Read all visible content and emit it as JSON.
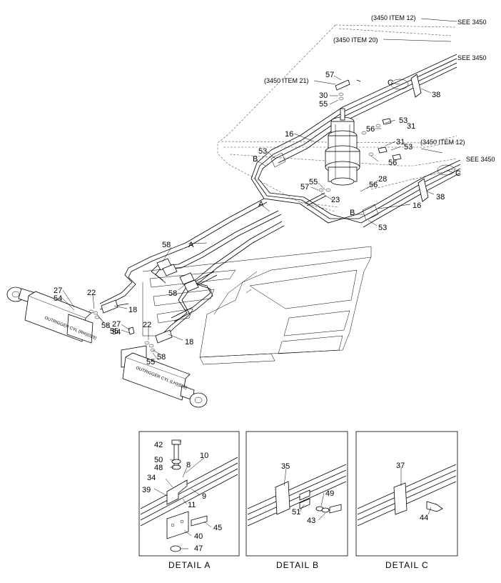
{
  "refs": {
    "r1": "(3450 ITEM 12)",
    "r2": "SEE 3450",
    "r3": "(3450 ITEM 20)",
    "r4": "SEE 3450",
    "r5": "(3450 ITEM 21)",
    "r6": "(3450 ITEM 12)",
    "r7": "SEE 3450"
  },
  "parts": {
    "p57a": "57",
    "p30": "30",
    "p55a": "55",
    "pC1": "C",
    "p38a": "38",
    "p16a": "16",
    "p53a": "53",
    "p31a": "31",
    "p56a": "56",
    "p31b": "31",
    "p53b": "53",
    "p53c": "53",
    "pB1": "B",
    "p56b": "56",
    "pC2": "C",
    "p28": "28",
    "p55b": "55",
    "p57b": "57",
    "p56c": "56",
    "p23": "23",
    "p38b": "38",
    "pA1": "A",
    "p16b": "16",
    "pB2": "B",
    "p53d": "53",
    "p58a": "58",
    "pA2": "A",
    "p58b": "58",
    "p27a": "27",
    "p54a": "54",
    "p22a": "22",
    "p18a": "18",
    "p55c": "55",
    "p58c": "58",
    "p27b": "27",
    "p54b": "54",
    "p22b": "22",
    "p18b": "18",
    "p55d": "55",
    "p58d": "58",
    "p42": "42",
    "p50": "50",
    "p48": "48",
    "p10": "10",
    "p8": "8",
    "p34": "34",
    "p39": "39",
    "p9": "9",
    "p11": "11",
    "p45": "45",
    "p40": "40",
    "p47": "47",
    "p35": "35",
    "p49": "49",
    "p51": "51",
    "p43": "43",
    "p37": "37",
    "p44": "44"
  },
  "cylinders": {
    "rh": "OUTRIGGER CYL (RH)(020)",
    "lh": "OUTRIGGER CYL (LH)(020)"
  },
  "details": {
    "a": "DETAIL  A",
    "b": "DETAIL  B",
    "c": "DETAIL  C"
  }
}
